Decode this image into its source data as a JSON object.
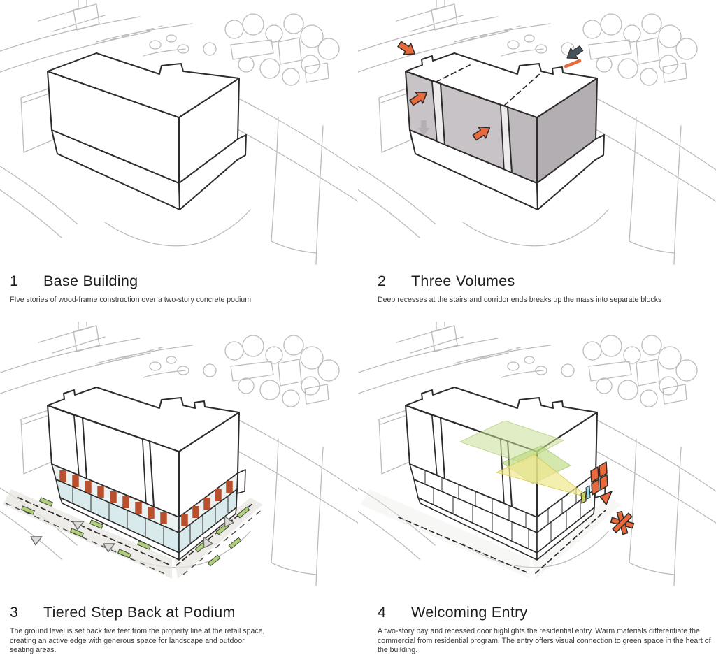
{
  "page": {
    "background": "#ffffff",
    "type": "architectural-concept-diagram-sheet"
  },
  "colors": {
    "sketch_line": "#2e2b2b",
    "context_line": "#bcbcbc",
    "accent_orange": "#e8693c",
    "brick_red": "#b8502d",
    "storefront_blue": "#d8eaec",
    "door_blue": "#9fd9e6",
    "planter_green": "#b0cf7d",
    "plane_green": "#c8e096",
    "plane_green_dark": "#b7d878",
    "beam_yellow": "#efe78d",
    "volume_gray": "#c7c3c6",
    "volume_gray_mid": "#bdb9bc",
    "volume_gray_dark": "#b3aeb2",
    "slot_gray": "#edebec",
    "ground_gray": "#e7e5e2",
    "arrow_slate": "#46525c"
  },
  "icons": {
    "massing_arrow": "block-arrow",
    "entry_burst": "asterisk-burst",
    "entry_pointer": "solid-triangle",
    "street_arrow": "open-triangle",
    "planter": "green-strip"
  },
  "panels": [
    {
      "number": "1",
      "title": "Base Building",
      "description": "FIve stories of wood-frame construction over a two-story concrete podium"
    },
    {
      "number": "2",
      "title": "Three Volumes",
      "description": "Deep recesses at the stairs and corridor ends breaks up the mass into separate blocks"
    },
    {
      "number": "3",
      "title": "Tiered Step Back at Podium",
      "description": "The ground level is set back five feet from the property line at the retail space, creating an active edge with generous space for landscape and outdoor seating areas."
    },
    {
      "number": "4",
      "title": "Welcoming Entry",
      "description": "A two-story bay and recessed door highlights the residential entry. Warm materials differentiate the commercial from residential program. The entry offers visual connection to green space in the heart of the building."
    }
  ]
}
